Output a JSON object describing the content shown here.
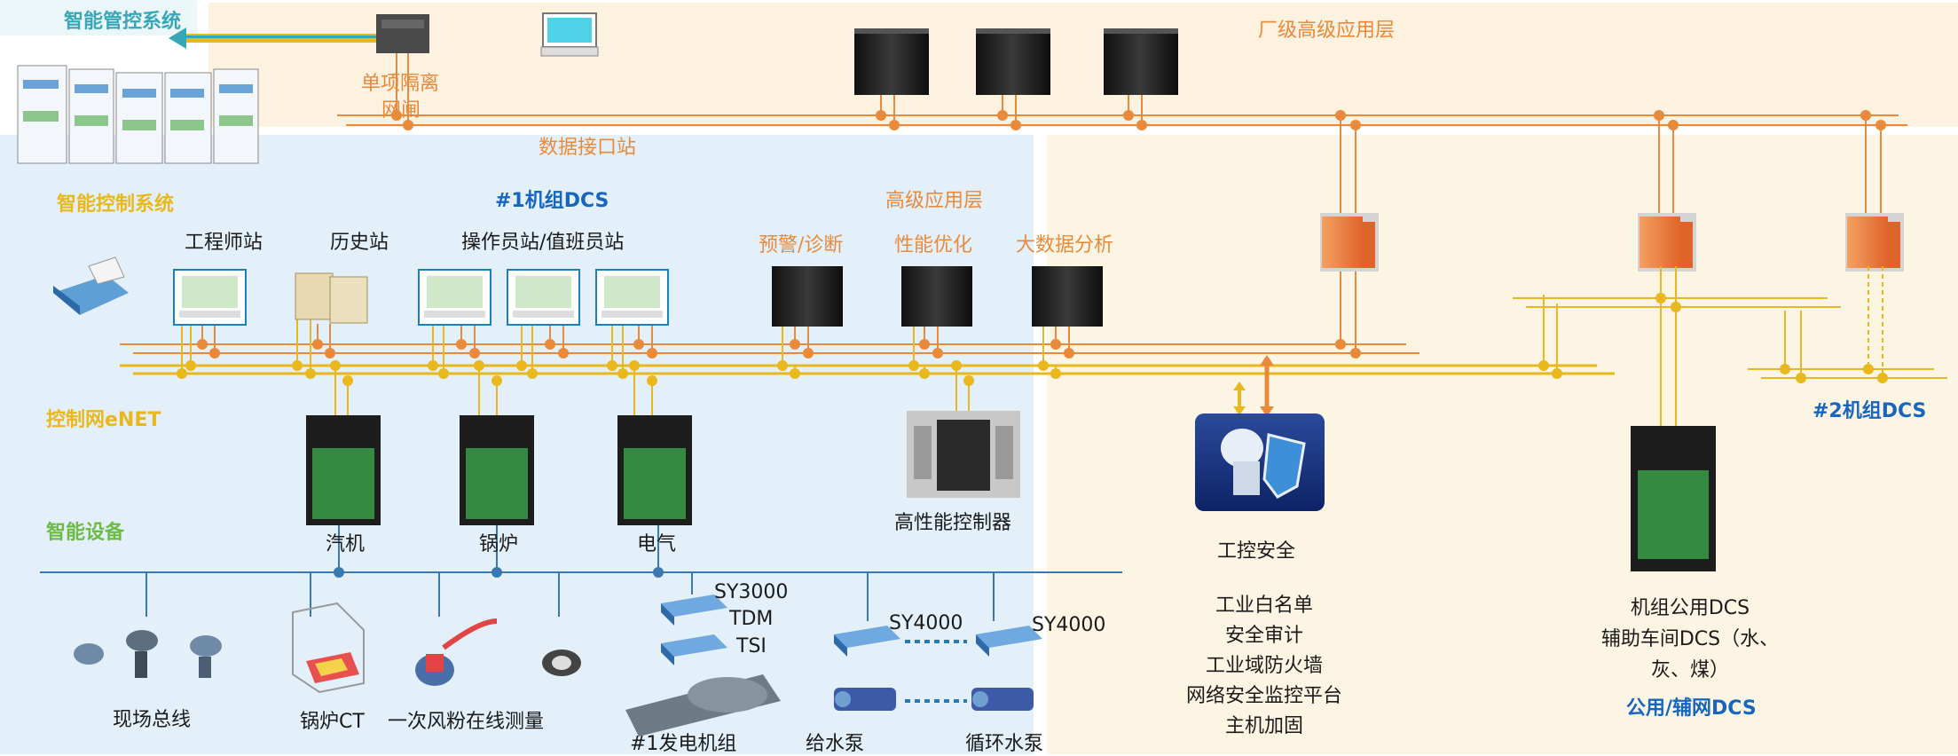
{
  "titles": {
    "mgmt_system": "智能管控系统",
    "plant_layer": "厂级高级应用层",
    "control_system": "智能控制系统",
    "unit1_dcs": "#1机组DCS",
    "adv_layer": "高级应用层",
    "enet": "控制网eNET",
    "smart_devices": "智能设备",
    "unit2_dcs": "#2机组DCS",
    "public_dcs": "公用/辅网DCS"
  },
  "labels": {
    "gateway_line1": "单项隔离",
    "gateway_line2": "网闸",
    "data_station": "数据接口站",
    "engineer": "工程师站",
    "history": "历史站",
    "operator": "操作员站/值班员站",
    "warning": "预警/诊断",
    "performance": "性能优化",
    "bigdata": "大数据分析",
    "turbine": "汽机",
    "boiler": "锅炉",
    "electric": "电气",
    "hp_controller": "高性能控制器",
    "ics_security": "工控安全",
    "field_bus": "现场总线",
    "boiler_ct": "锅炉CT",
    "air_measure": "一次风粉在线测量",
    "generator": "#1发电机组",
    "feed_pump": "给水泵",
    "circ_pump": "循环水泵",
    "sy3000": "SY3000",
    "tdm": "TDM",
    "tsi": "TSI",
    "sy4000_a": "SY4000",
    "sy4000_b": "SY4000"
  },
  "security_list": [
    "工业白名单",
    "安全审计",
    "工业域防火墙",
    "网络安全监控平台",
    "主机加固"
  ],
  "public_dcs_desc": [
    "机组公用DCS",
    "辅助车间DCS（水、",
    "灰、煤）"
  ],
  "colors": {
    "orange": "#e98a3b",
    "gold": "#e9b81c",
    "blue_bg": "#e3f0fa",
    "cream_bg": "#fdf1e0",
    "cream_bg2": "#fdf5e3",
    "bus_blue": "#3a78b0"
  }
}
